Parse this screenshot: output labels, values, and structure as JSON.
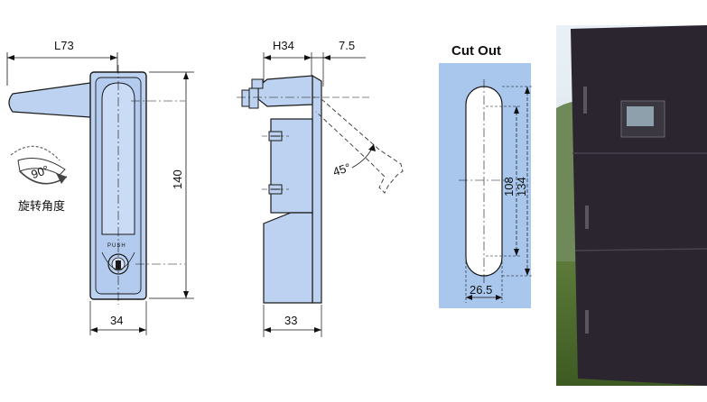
{
  "front_view": {
    "width_top_label": "L73",
    "height_label": "140",
    "width_bottom_label": "34",
    "rotation_label": "90°",
    "rotation_caption": "旋转角度",
    "push_label": "PUSH"
  },
  "side_view": {
    "handle_label": "H34",
    "offset_label": "7.5",
    "angle_label": "45°",
    "depth_label": "33"
  },
  "cutout": {
    "title": "Cut Out",
    "inner_height_label": "108",
    "outer_height_label": "134",
    "width_label": "26.5"
  },
  "photo": {
    "description_none": ""
  },
  "colors": {
    "part_fill": "#bcd2f0",
    "cutout_panel": "#a9c6ec",
    "outline": "#1a1a1a",
    "cabinet": "#2b2530"
  }
}
